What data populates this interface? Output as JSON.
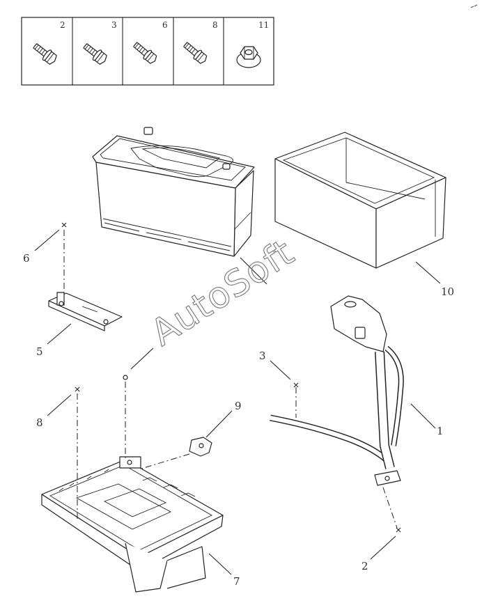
{
  "fastener_table": {
    "cells": [
      {
        "number": "2",
        "icon": "bolt-with-washer-icon"
      },
      {
        "number": "3",
        "icon": "bolt-with-washer-icon"
      },
      {
        "number": "6",
        "icon": "bolt-icon"
      },
      {
        "number": "8",
        "icon": "bolt-icon"
      },
      {
        "number": "11",
        "icon": "hex-flange-nut-icon"
      }
    ]
  },
  "callouts": {
    "c1": "1",
    "c2": "2",
    "c3": "3",
    "c5": "5",
    "c6": "6",
    "c7": "7",
    "c8": "8",
    "c9": "9",
    "c10": "10"
  },
  "watermark": "AutoSoft"
}
